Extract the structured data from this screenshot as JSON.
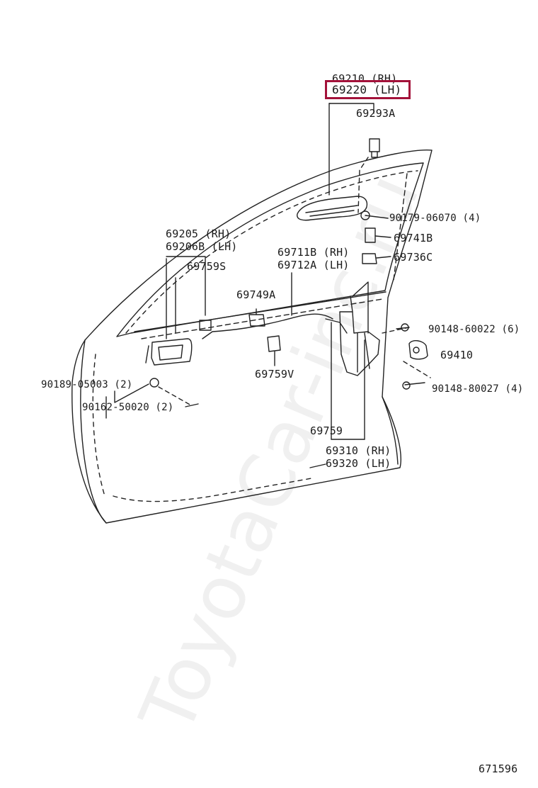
{
  "watermark": "ToyotaCar-inc.ru",
  "diagram_number": "671596",
  "highlight_color": "#a3123a",
  "labels": {
    "p69210": "69210 (RH)",
    "p69220": "69220 (LH)",
    "p69293a": "69293A",
    "p90179": "90179-06070 (4)",
    "p69741b": "69741B",
    "p69736c": "69736C",
    "p69205": "69205  (RH)",
    "p69206b": "69206B (LH)",
    "p69759s": "69759S",
    "p69711b": "69711B (RH)",
    "p69712a": "69712A (LH)",
    "p69749a": "69749A",
    "p90148a": "90148-60022 (6)",
    "p69410": "69410",
    "p90148b": "90148-80027 (4)",
    "p69759v": "69759V",
    "p90189": "90189-05003 (2)",
    "p90162": "90162-50020 (2)",
    "p69759": "69759",
    "p69310": "69310 (RH)",
    "p69320": "69320 (LH)"
  }
}
